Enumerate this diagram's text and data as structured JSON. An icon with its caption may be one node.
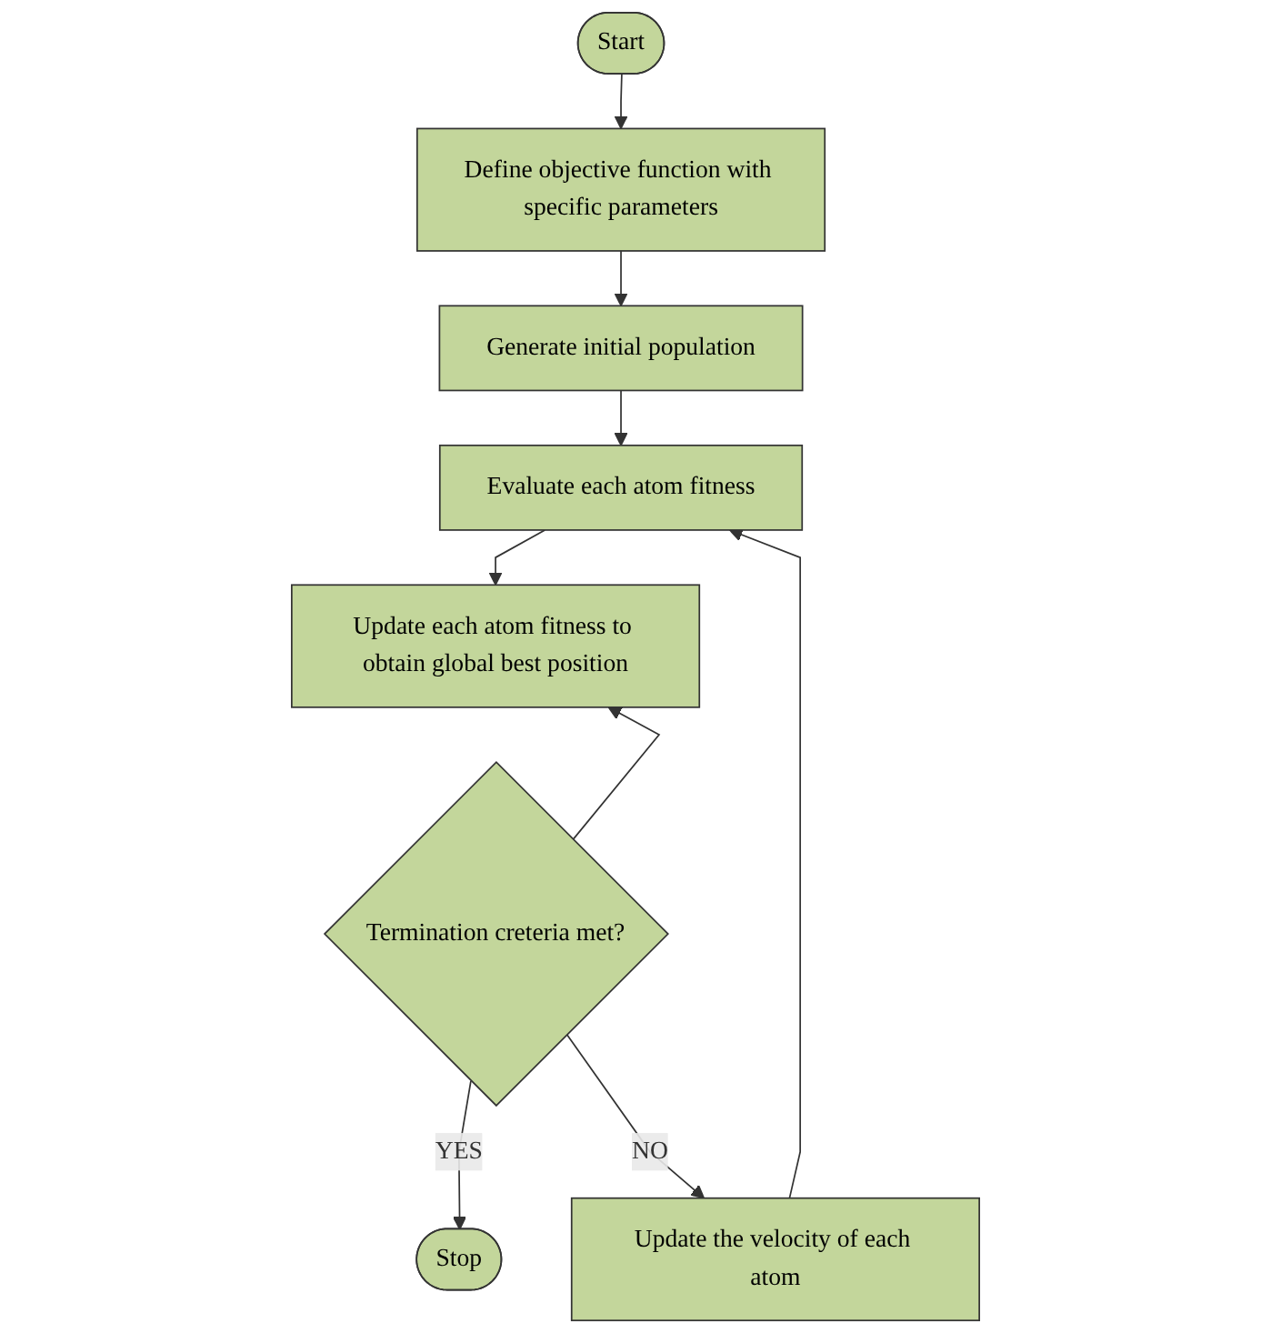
{
  "diagram": {
    "nodes": [
      {
        "text": [
          "Start"
        ]
      },
      {
        "text": [
          "Define objective function with specific parameters"
        ]
      },
      {
        "text": [
          "Generate initial population"
        ]
      },
      {
        "text": [
          "Evaluate each atom fitness"
        ]
      },
      {
        "text": [
          "Update each atom fitness to obtain global best position"
        ]
      },
      {
        "text": [
          "Termination creteria met?"
        ]
      },
      {
        "text": [
          "Stop"
        ]
      },
      {
        "text": [
          "Update the velocity of each atom"
        ]
      }
    ],
    "edges": [
      {
        "from": 0,
        "to": 1,
        "arrow": "to"
      },
      {
        "from": 1,
        "to": 2,
        "arrow": "to"
      },
      {
        "from": 2,
        "to": 3,
        "arrow": "to"
      },
      {
        "from": 3,
        "to": 4,
        "arrow": "to"
      },
      {
        "from": 5,
        "to": 4,
        "arrow": "to"
      },
      {
        "from": 5,
        "to": 6,
        "arrow": "to",
        "label": "YES"
      },
      {
        "from": 5,
        "to": 7,
        "arrow": "to",
        "label": "NO"
      },
      {
        "from": 7,
        "to": 3,
        "arrow": "to"
      }
    ]
  }
}
